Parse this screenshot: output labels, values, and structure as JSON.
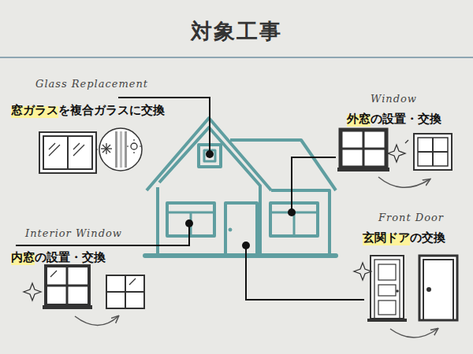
{
  "diagram": {
    "title": "対象工事",
    "labels": [
      "Glass Replacement",
      "窓ガラスを複合ガラスに交換",
      "Window",
      "外窓の設置・交換",
      "Interior Window",
      "内窓の設置・交換",
      "Front Door",
      "玄関ドアの交換"
    ]
  }
}
